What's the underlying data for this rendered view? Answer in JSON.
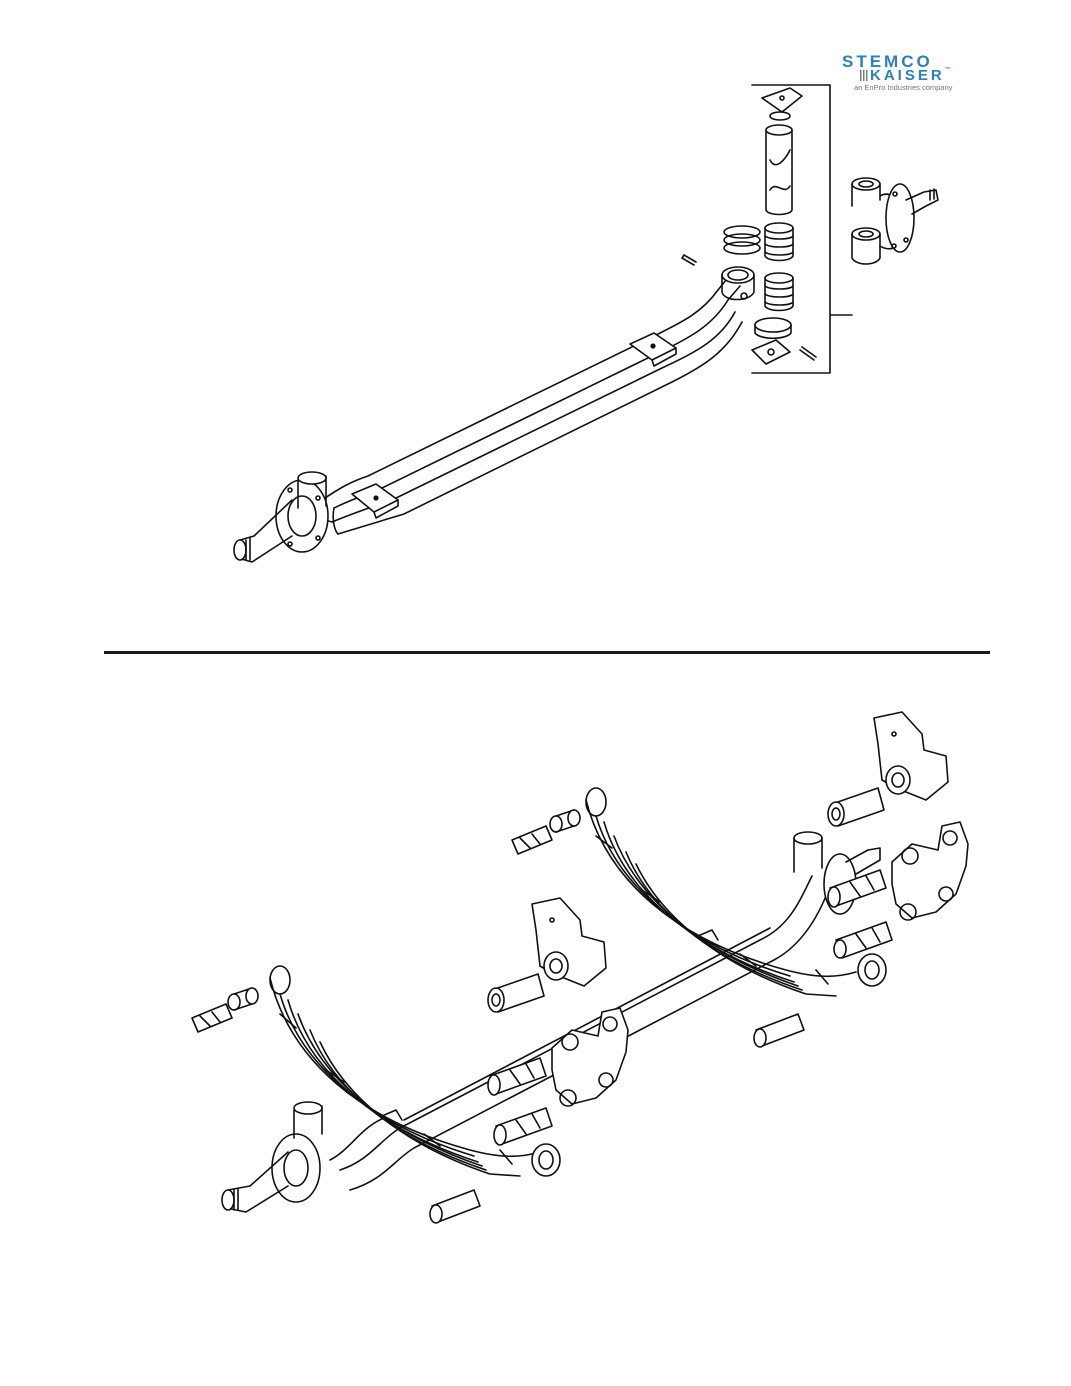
{
  "logo": {
    "line1": "STEMCO",
    "line2": "KAISER",
    "trademark": "™",
    "tagline": "an EnPro Industries company",
    "color": "#2f7fb8"
  },
  "figures": [
    {
      "id": "steer-axle-exploded",
      "content": "steering axle beam with exploded king pin kit and steering knuckle"
    },
    {
      "id": "spring-suspension-exploded",
      "content": "axle with two leaf springs, hangers, shackles, bushings and pins"
    }
  ]
}
